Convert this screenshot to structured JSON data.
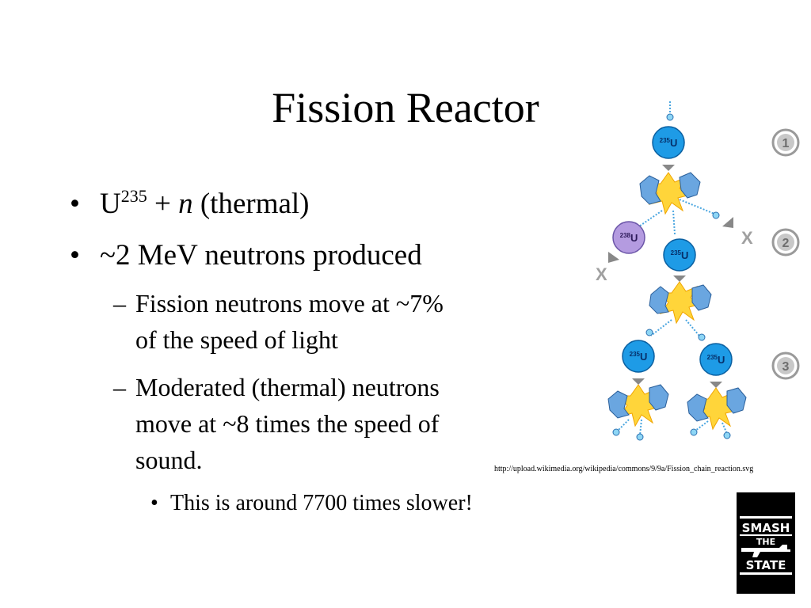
{
  "slide": {
    "title": "Fission Reactor",
    "bullets": [
      {
        "marker": "•",
        "base": "U",
        "sup": "235",
        "plus": " + ",
        "n": "n",
        "rest": " (thermal)"
      },
      {
        "marker": "•",
        "text": "~2 MeV neutrons produced"
      }
    ],
    "sub_bullets": [
      {
        "marker": "–",
        "lines": [
          "Fission neutrons move at ~7%",
          "of the speed of light"
        ]
      },
      {
        "marker": "–",
        "lines": [
          "Moderated (thermal) neutrons",
          "move at ~8 times the speed of",
          "sound."
        ]
      }
    ],
    "sub_sub_bullets": [
      {
        "marker": "•",
        "text": "This is around 7700 times slower!"
      }
    ],
    "source_url": "http://upload.wikimedia.org/wikipedia/commons/9/9a/Fission_chain_reaction.svg"
  },
  "diagram": {
    "nuclei": [
      {
        "label": "235U",
        "mass": "235",
        "symbol": "U"
      },
      {
        "label": "238U",
        "mass": "238",
        "symbol": "U"
      },
      {
        "label": "235U",
        "mass": "235",
        "symbol": "U"
      },
      {
        "label": "235U",
        "mass": "235",
        "symbol": "U"
      },
      {
        "label": "235U",
        "mass": "235",
        "symbol": "U"
      }
    ],
    "steps": [
      "1",
      "2",
      "3"
    ],
    "x_markers": [
      "X",
      "X"
    ],
    "colors": {
      "u235": "#1e9be6",
      "u238": "#b49be0",
      "fragment": "#6aa6e0",
      "flash": "#ffd53a",
      "neutron": "#8ed6f5",
      "step_ring": "#9a9a9a"
    }
  },
  "logo": {
    "lines": [
      "SMASH",
      "THE",
      "STATE"
    ],
    "colors": {
      "bg": "#000000",
      "fg": "#ffffff"
    }
  }
}
